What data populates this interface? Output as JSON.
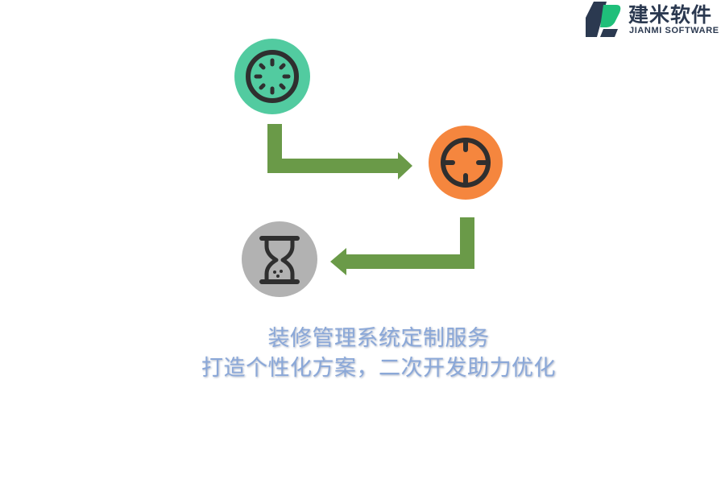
{
  "logo": {
    "name_cn": "建米软件",
    "name_en": "JIANMI SOFTWARE",
    "colors": {
      "dark": "#2b3950",
      "green": "#1fbf7a"
    }
  },
  "diagram": {
    "nodes": [
      {
        "icon": "loading-spinner-icon",
        "color": "#52cba0"
      },
      {
        "icon": "crosshair-target-icon",
        "color": "#f5863e"
      },
      {
        "icon": "hourglass-icon",
        "color": "#b2b2b2"
      }
    ],
    "arrow_color": "#6a9a48",
    "icon_stroke_color": "#2f2f2f"
  },
  "caption": {
    "line1": "装修管理系统定制服务",
    "line2": "打造个性化方案，二次开发助力优化",
    "color": "#8ba8d8"
  }
}
